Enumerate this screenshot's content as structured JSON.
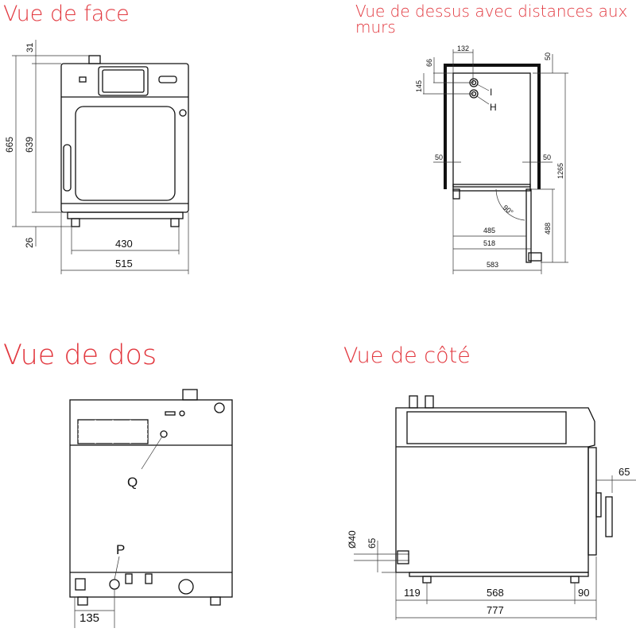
{
  "titles": {
    "front": "Vue de face",
    "top": "Vue de dessus avec distances aux murs",
    "back": "Vue de dos",
    "side": "Vue de côté"
  },
  "front_dims": {
    "d31": "31",
    "d665": "665",
    "d639": "639",
    "d26": "26",
    "d430": "430",
    "d515": "515"
  },
  "top_dims": {
    "d132": "132",
    "d66": "66",
    "d50a": "50",
    "d145": "145",
    "d50l": "50",
    "d50r": "50",
    "d1265": "1265",
    "angle": "90°",
    "d485": "485",
    "d518": "518",
    "d488": "488",
    "d583": "583",
    "label_i": "I",
    "label_h": "H"
  },
  "back_labels": {
    "q": "Q",
    "p": "P",
    "d135": "135"
  },
  "side_dims": {
    "d65r": "65",
    "d40": "Ø40",
    "d65l": "65",
    "d119": "119",
    "d568": "568",
    "d90": "90",
    "d777": "777"
  },
  "colors": {
    "title": "#e2383f"
  }
}
